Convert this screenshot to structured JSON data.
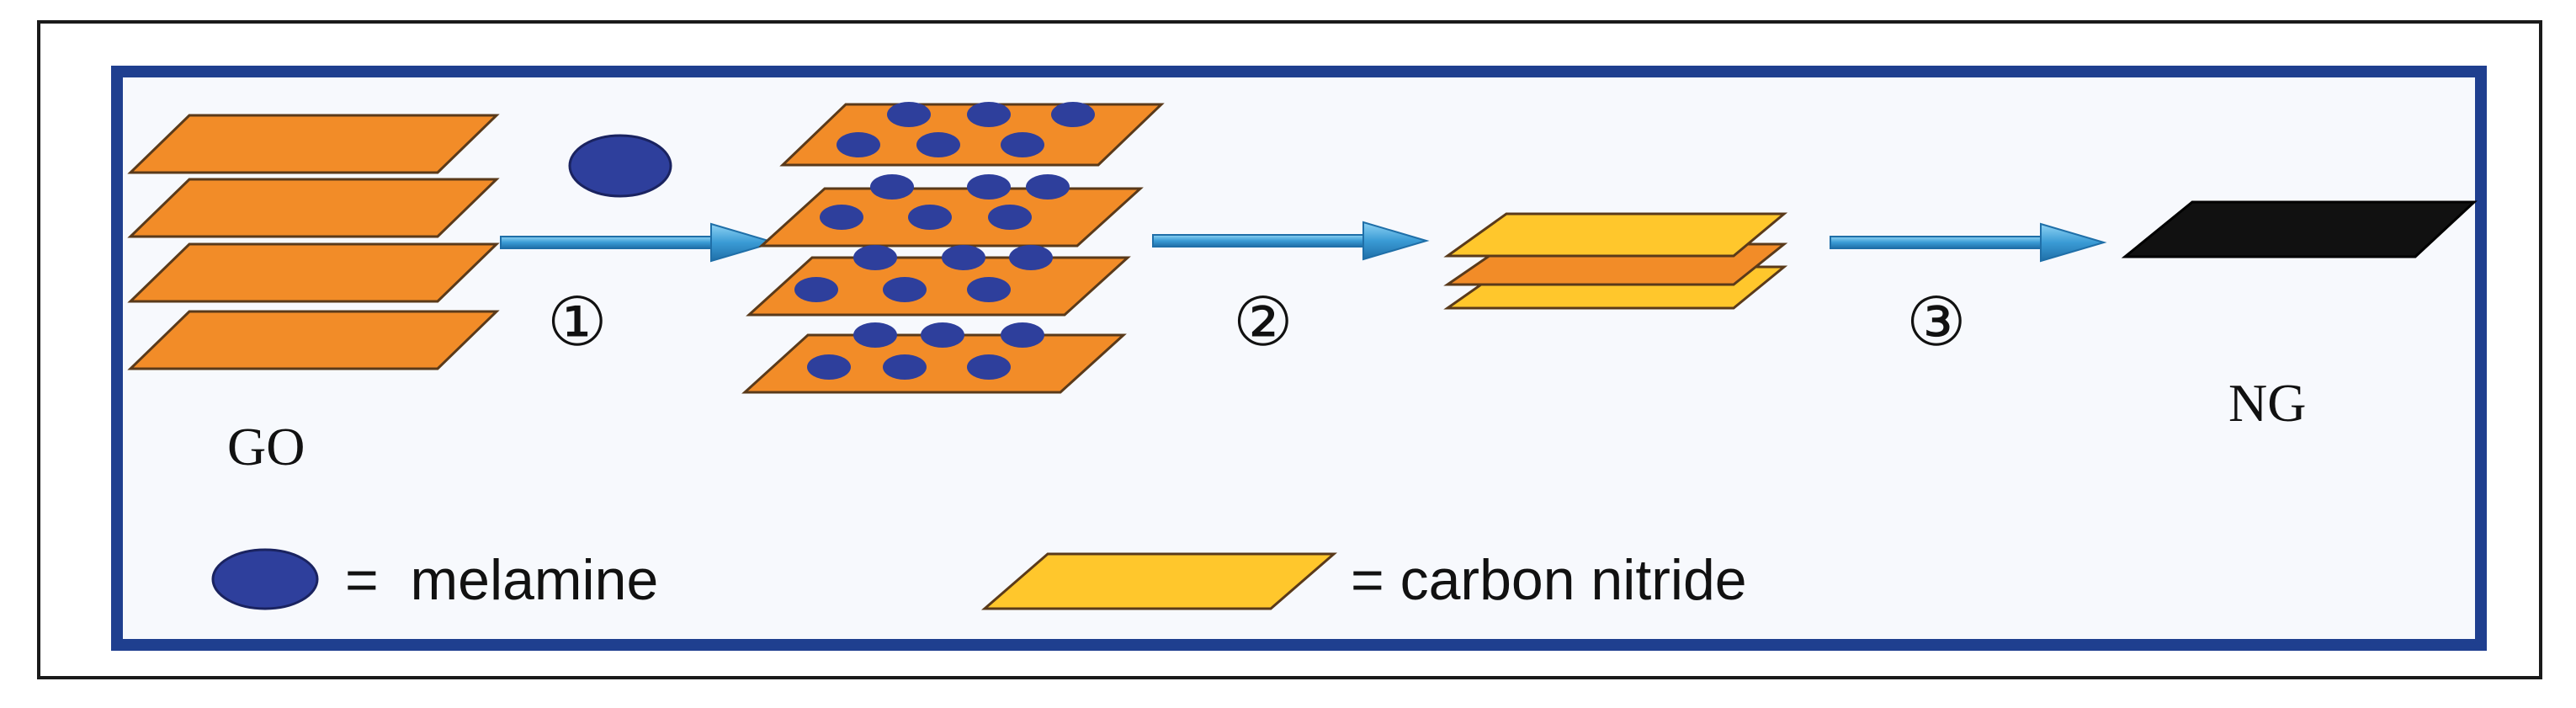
{
  "labels": {
    "go": "GO",
    "ng": "NG"
  },
  "steps": [
    {
      "marker": "①"
    },
    {
      "marker": "②"
    },
    {
      "marker": "③"
    }
  ],
  "legend": {
    "melamine_text": "=  melamine",
    "carbon_nitride_text": "= carbon nitride"
  },
  "colors": {
    "go_sheet": "#f28c28",
    "melamine": "#2e3f9c",
    "carbon_nitride": "#ffc72c",
    "ng_sheet": "#111111",
    "arrow": "#3a9bd5",
    "frame": "#1f3f8f"
  }
}
